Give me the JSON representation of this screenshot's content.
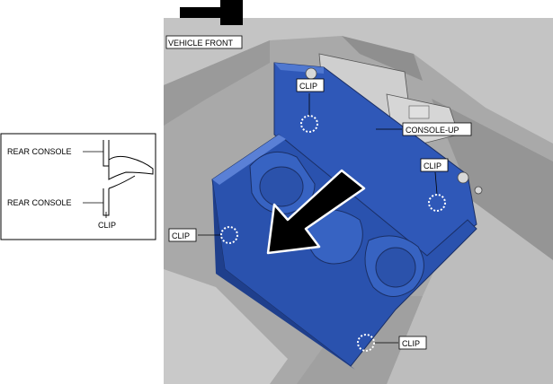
{
  "labels": {
    "vehicle_front": "VEHICLE FRONT",
    "console_up": "CONSOLE-UP",
    "clip": "CLIP"
  },
  "inset": {
    "rear_console_top": "REAR CONSOLE",
    "rear_console_bottom": "REAR CONSOLE",
    "clip": "CLIP"
  },
  "colors": {
    "console_blue": "#2f58b8",
    "console_blue_dark": "#1f3f8c",
    "console_blue_light": "#5078d0",
    "interior_gray": "#b3b3b3",
    "interior_dark": "#8a8a8a"
  },
  "icons": {
    "front_arrow": "arrow-right-icon",
    "removal_arrow": "arrow-down-left-icon",
    "clip_marker": "dashed-circle-icon"
  }
}
